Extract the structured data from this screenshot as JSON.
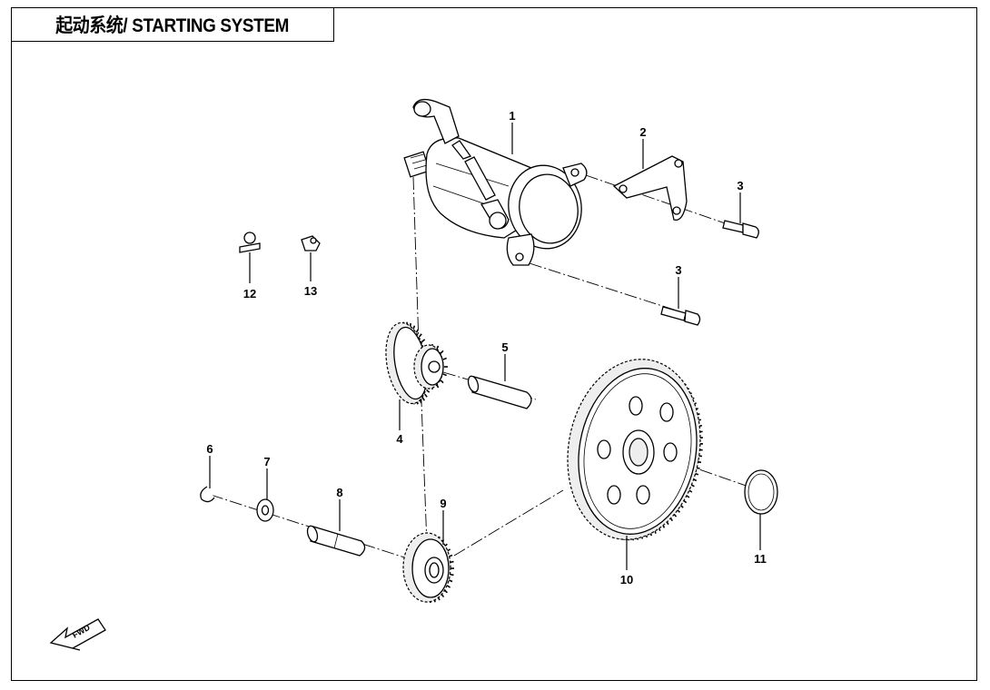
{
  "title": "起动系统/ STARTING SYSTEM",
  "fwd_label": "FWD",
  "callouts": {
    "c1": "1",
    "c2": "2",
    "c3a": "3",
    "c3b": "3",
    "c4": "4",
    "c5": "5",
    "c6": "6",
    "c7": "7",
    "c8": "8",
    "c9": "9",
    "c10": "10",
    "c11": "11",
    "c12": "12",
    "c13": "13"
  }
}
